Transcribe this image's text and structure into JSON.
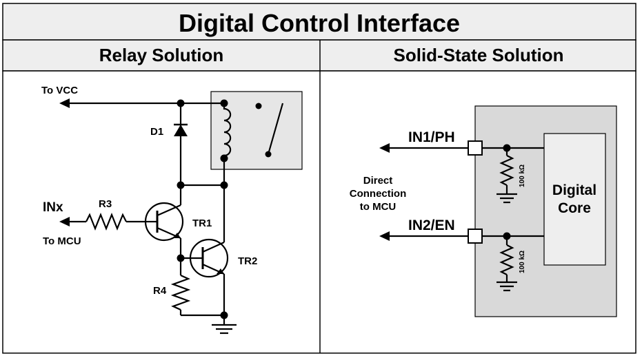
{
  "title": "Digital Control Interface",
  "panels": {
    "relay": {
      "heading": "Relay Solution",
      "labels": {
        "vcc": "To VCC",
        "d1": "D1",
        "inx": "INx",
        "mcu": "To MCU",
        "r3": "R3",
        "tr1": "TR1",
        "tr2": "TR2",
        "r4": "R4"
      }
    },
    "solid_state": {
      "heading": "Solid-State Solution",
      "labels": {
        "in1": "IN1/PH",
        "in2": "IN2/EN",
        "direct": "Direct",
        "connection": "Connection",
        "to_mcu": "to MCU",
        "res_value_1": "100 kΩ",
        "res_value_2": "100 kΩ",
        "core_line1": "Digital",
        "core_line2": "Core"
      }
    }
  },
  "colors": {
    "header_fill": "#eeeeee",
    "package_fill": "#d9d9d9",
    "relay_box_fill": "#e6e6e6",
    "core_fill": "#eeeeee",
    "line": "#000000"
  }
}
